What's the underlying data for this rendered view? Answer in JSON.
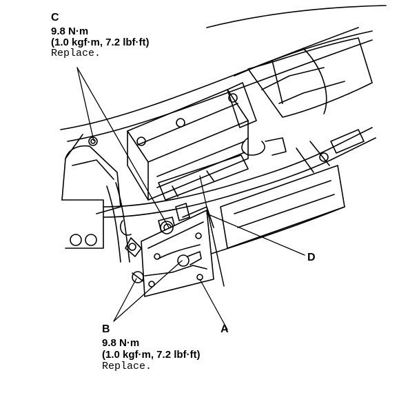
{
  "callouts": {
    "c": {
      "letter": "C",
      "torque_nm": "9.8 N·m",
      "torque_alt": "(1.0 kgf·m, 7.2 lbf·ft)",
      "note": "Replace."
    },
    "b": {
      "letter": "B",
      "torque_nm": "9.8 N·m",
      "torque_alt": "(1.0 kgf·m, 7.2 lbf·ft)",
      "note": "Replace."
    },
    "a": {
      "letter": "A"
    },
    "d": {
      "letter": "D"
    }
  }
}
